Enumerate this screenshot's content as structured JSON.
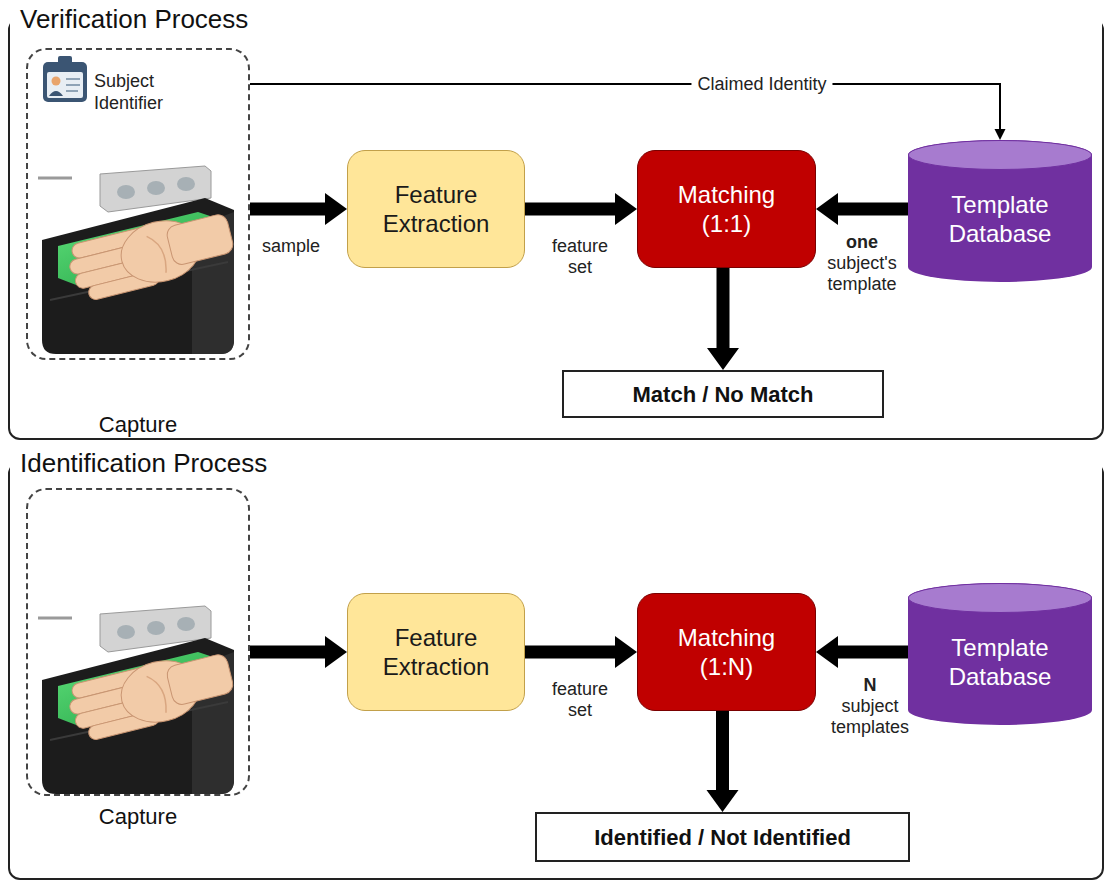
{
  "diagram": {
    "nodes": [
      {
        "text": [
          "Verification Process"
        ]
      },
      {
        "text": [
          "Subject Identifier",
          "Capture"
        ],
        "in": 0
      },
      {
        "text": [
          "Feature Extraction"
        ],
        "in": 0
      },
      {
        "text": [
          "Matching (1:1)"
        ],
        "in": 0
      },
      {
        "text": [
          "Template Database"
        ],
        "in": 0
      },
      {
        "text": [
          "Match / No Match"
        ],
        "in": 0
      },
      {
        "text": [
          "Identification Process"
        ]
      },
      {
        "text": [
          "Capture"
        ],
        "in": 6
      },
      {
        "text": [
          "Feature Extraction"
        ],
        "in": 6
      },
      {
        "text": [
          "Matching (1:N)"
        ],
        "in": 6
      },
      {
        "text": [
          "Template Database"
        ],
        "in": 6
      },
      {
        "text": [
          "Identified / Not Identified"
        ],
        "in": 6
      }
    ],
    "edges": [
      {
        "from": 1,
        "to": 2,
        "label": "sample",
        "arrow": "to"
      },
      {
        "from": 2,
        "to": 3,
        "label": "feature set",
        "arrow": "to"
      },
      {
        "from": 4,
        "to": 3,
        "label": "one subject's template",
        "arrow": "to"
      },
      {
        "from": 3,
        "to": 5,
        "arrow": "to"
      },
      {
        "from": 1,
        "to": 4,
        "label": "Claimed Identity",
        "arrow": "to"
      },
      {
        "from": 7,
        "to": 8,
        "arrow": "to"
      },
      {
        "from": 8,
        "to": 9,
        "label": "feature set",
        "arrow": "to"
      },
      {
        "from": 10,
        "to": 9,
        "label": "N subject templates",
        "arrow": "to"
      },
      {
        "from": 9,
        "to": 11,
        "arrow": "to"
      }
    ]
  }
}
